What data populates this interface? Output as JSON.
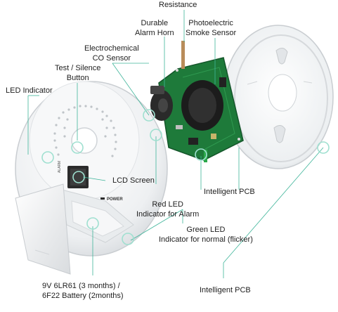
{
  "labels": {
    "resistance": "Resistance",
    "durable_alarm_horn": [
      "Durable",
      "Alarm Horn"
    ],
    "photoelectric_sensor": [
      "Photoelectric",
      "Smoke Sensor"
    ],
    "electrochemical_sensor": [
      "Electrochemical",
      "CO Sensor"
    ],
    "test_silence_button": [
      "Test / Silence",
      "Button"
    ],
    "led_indicator": "LED Indicator",
    "lcd_screen": "LCD Screen",
    "intelligent_pcb_top": "Intelligent PCB",
    "red_led": [
      "Red LED",
      "Indicator for Alarm"
    ],
    "green_led": [
      "Green LED",
      "Indicator for normal (flicker)"
    ],
    "battery": [
      "9V 6LR61 (3 months) /",
      "6F22 Battery (2months)"
    ],
    "intelligent_pcb_bottom": "Intelligent PCB"
  },
  "device": {
    "side_text": "ALARM",
    "power_text": "POWER"
  },
  "colors": {
    "pcb_green": "#1e7a3a",
    "leader_line": "#3fb59a",
    "device_white": "#f4f5f6",
    "label_text": "#1e1e1e"
  }
}
